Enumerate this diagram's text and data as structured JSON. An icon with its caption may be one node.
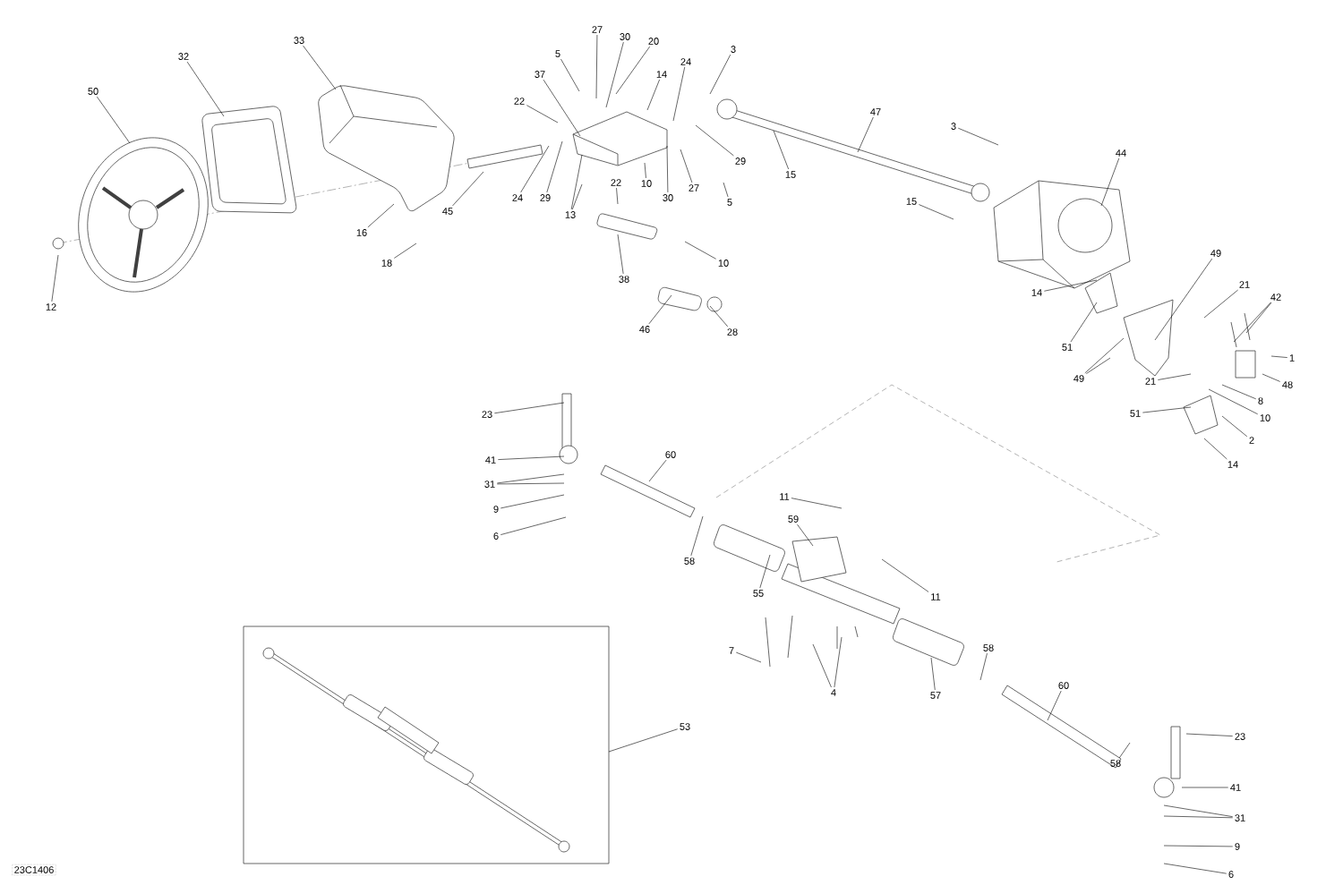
{
  "diagram": {
    "nodes": [
      {
        "text": [
          "50"
        ]
      },
      {
        "text": [
          "32"
        ]
      },
      {
        "text": [
          "33"
        ]
      },
      {
        "text": [
          "12"
        ]
      },
      {
        "text": [
          "16"
        ]
      },
      {
        "text": [
          "18"
        ]
      },
      {
        "text": [
          "45"
        ]
      },
      {
        "text": [
          "22"
        ]
      },
      {
        "text": [
          "37"
        ]
      },
      {
        "text": [
          "5"
        ]
      },
      {
        "text": [
          "27"
        ]
      },
      {
        "text": [
          "30"
        ]
      },
      {
        "text": [
          "20"
        ]
      },
      {
        "text": [
          "14"
        ]
      },
      {
        "text": [
          "24"
        ]
      },
      {
        "text": [
          "3"
        ]
      },
      {
        "text": [
          "29"
        ]
      },
      {
        "text": [
          "15"
        ]
      },
      {
        "text": [
          "47"
        ]
      },
      {
        "text": [
          "3"
        ]
      },
      {
        "text": [
          "15"
        ]
      },
      {
        "text": [
          "44"
        ]
      },
      {
        "text": [
          "24"
        ]
      },
      {
        "text": [
          "29"
        ]
      },
      {
        "text": [
          "13"
        ]
      },
      {
        "text": [
          "22"
        ]
      },
      {
        "text": [
          "10"
        ]
      },
      {
        "text": [
          "30"
        ]
      },
      {
        "text": [
          "27"
        ]
      },
      {
        "text": [
          "5"
        ]
      },
      {
        "text": [
          "10"
        ]
      },
      {
        "text": [
          "38"
        ]
      },
      {
        "text": [
          "46"
        ]
      },
      {
        "text": [
          "28"
        ]
      },
      {
        "text": [
          "49"
        ]
      },
      {
        "text": [
          "21"
        ]
      },
      {
        "text": [
          "42"
        ]
      },
      {
        "text": [
          "14"
        ]
      },
      {
        "text": [
          "51"
        ]
      },
      {
        "text": [
          "49"
        ]
      },
      {
        "text": [
          "1"
        ]
      },
      {
        "text": [
          "48"
        ]
      },
      {
        "text": [
          "21"
        ]
      },
      {
        "text": [
          "8"
        ]
      },
      {
        "text": [
          "10"
        ]
      },
      {
        "text": [
          "51"
        ]
      },
      {
        "text": [
          "2"
        ]
      },
      {
        "text": [
          "14"
        ]
      },
      {
        "text": [
          "23"
        ]
      },
      {
        "text": [
          "41"
        ]
      },
      {
        "text": [
          "31"
        ]
      },
      {
        "text": [
          "9"
        ]
      },
      {
        "text": [
          "6"
        ]
      },
      {
        "text": [
          "60"
        ]
      },
      {
        "text": [
          "58"
        ]
      },
      {
        "text": [
          "11"
        ]
      },
      {
        "text": [
          "59"
        ]
      },
      {
        "text": [
          "55"
        ]
      },
      {
        "text": [
          "11"
        ]
      },
      {
        "text": [
          "7"
        ]
      },
      {
        "text": [
          "4"
        ]
      },
      {
        "text": [
          "57"
        ]
      },
      {
        "text": [
          "58"
        ]
      },
      {
        "text": [
          "60"
        ]
      },
      {
        "text": [
          "58"
        ]
      },
      {
        "text": [
          "23"
        ]
      },
      {
        "text": [
          "41"
        ]
      },
      {
        "text": [
          "31"
        ]
      },
      {
        "text": [
          "9"
        ]
      },
      {
        "text": [
          "6"
        ]
      },
      {
        "text": [
          "53"
        ]
      }
    ],
    "edges": [
      {
        "from": 0,
        "to": null,
        "arrow": "none"
      },
      {
        "from": 1,
        "to": null,
        "arrow": "none"
      },
      {
        "from": 2,
        "to": null,
        "arrow": "none"
      },
      {
        "from": 3,
        "to": null,
        "arrow": "none"
      },
      {
        "from": 4,
        "to": null,
        "arrow": "none"
      },
      {
        "from": 5,
        "to": null,
        "arrow": "none"
      },
      {
        "from": 6,
        "to": null,
        "arrow": "none"
      },
      {
        "from": 7,
        "to": null,
        "arrow": "none"
      },
      {
        "from": 8,
        "to": null,
        "arrow": "none"
      },
      {
        "from": 9,
        "to": null,
        "arrow": "none"
      },
      {
        "from": 10,
        "to": null,
        "arrow": "none"
      },
      {
        "from": 11,
        "to": null,
        "arrow": "none"
      },
      {
        "from": 12,
        "to": null,
        "arrow": "none"
      },
      {
        "from": 13,
        "to": null,
        "arrow": "none"
      },
      {
        "from": 14,
        "to": null,
        "arrow": "none"
      },
      {
        "from": 15,
        "to": null,
        "arrow": "none"
      },
      {
        "from": 16,
        "to": null,
        "arrow": "none"
      },
      {
        "from": 17,
        "to": null,
        "arrow": "none"
      },
      {
        "from": 18,
        "to": null,
        "arrow": "none"
      },
      {
        "from": 19,
        "to": null,
        "arrow": "none"
      },
      {
        "from": 20,
        "to": null,
        "arrow": "none"
      },
      {
        "from": 21,
        "to": null,
        "arrow": "none"
      },
      {
        "from": 22,
        "to": null,
        "arrow": "none"
      },
      {
        "from": 23,
        "to": null,
        "arrow": "none"
      },
      {
        "from": 24,
        "to": null,
        "arrow": "none"
      },
      {
        "from": 24,
        "to": null,
        "arrow": "none"
      },
      {
        "from": 25,
        "to": null,
        "arrow": "none"
      },
      {
        "from": 26,
        "to": null,
        "arrow": "none"
      },
      {
        "from": 27,
        "to": null,
        "arrow": "none"
      },
      {
        "from": 28,
        "to": null,
        "arrow": "none"
      },
      {
        "from": 29,
        "to": null,
        "arrow": "none"
      },
      {
        "from": 30,
        "to": null,
        "arrow": "none"
      },
      {
        "from": 31,
        "to": null,
        "arrow": "none"
      },
      {
        "from": 32,
        "to": null,
        "arrow": "none"
      },
      {
        "from": 33,
        "to": null,
        "arrow": "none"
      },
      {
        "from": 34,
        "to": null,
        "arrow": "none"
      },
      {
        "from": 35,
        "to": null,
        "arrow": "none"
      },
      {
        "from": 36,
        "to": null,
        "arrow": "none"
      },
      {
        "from": 36,
        "to": null,
        "arrow": "none"
      },
      {
        "from": 37,
        "to": null,
        "arrow": "none"
      },
      {
        "from": 38,
        "to": null,
        "arrow": "none"
      },
      {
        "from": 39,
        "to": null,
        "arrow": "none"
      },
      {
        "from": 39,
        "to": null,
        "arrow": "none"
      },
      {
        "from": 40,
        "to": null,
        "arrow": "none"
      },
      {
        "from": 41,
        "to": null,
        "arrow": "none"
      },
      {
        "from": 42,
        "to": null,
        "arrow": "none"
      },
      {
        "from": 43,
        "to": null,
        "arrow": "none"
      },
      {
        "from": 44,
        "to": null,
        "arrow": "none"
      },
      {
        "from": 45,
        "to": null,
        "arrow": "none"
      },
      {
        "from": 46,
        "to": null,
        "arrow": "none"
      },
      {
        "from": 47,
        "to": null,
        "arrow": "none"
      },
      {
        "from": 48,
        "to": null,
        "arrow": "none"
      },
      {
        "from": 49,
        "to": null,
        "arrow": "none"
      },
      {
        "from": 50,
        "to": null,
        "arrow": "none"
      },
      {
        "from": 50,
        "to": null,
        "arrow": "none"
      },
      {
        "from": 51,
        "to": null,
        "arrow": "none"
      },
      {
        "from": 52,
        "to": null,
        "arrow": "none"
      },
      {
        "from": 53,
        "to": null,
        "arrow": "none"
      },
      {
        "from": 54,
        "to": null,
        "arrow": "none"
      },
      {
        "from": 55,
        "to": null,
        "arrow": "none"
      },
      {
        "from": 56,
        "to": null,
        "arrow": "none"
      },
      {
        "from": 57,
        "to": null,
        "arrow": "none"
      },
      {
        "from": 58,
        "to": null,
        "arrow": "none"
      },
      {
        "from": 59,
        "to": null,
        "arrow": "none"
      },
      {
        "from": 60,
        "to": null,
        "arrow": "none"
      },
      {
        "from": 60,
        "to": null,
        "arrow": "none"
      },
      {
        "from": 61,
        "to": null,
        "arrow": "none"
      },
      {
        "from": 62,
        "to": null,
        "arrow": "none"
      },
      {
        "from": 63,
        "to": null,
        "arrow": "none"
      },
      {
        "from": 64,
        "to": null,
        "arrow": "none"
      },
      {
        "from": 65,
        "to": null,
        "arrow": "none"
      },
      {
        "from": 66,
        "to": null,
        "arrow": "none"
      },
      {
        "from": 67,
        "to": null,
        "arrow": "none"
      },
      {
        "from": 67,
        "to": null,
        "arrow": "none"
      },
      {
        "from": 68,
        "to": null,
        "arrow": "none"
      },
      {
        "from": 69,
        "to": null,
        "arrow": "none"
      },
      {
        "from": 70,
        "to": null,
        "arrow": "none"
      }
    ],
    "labels": [
      "23C1406"
    ]
  }
}
